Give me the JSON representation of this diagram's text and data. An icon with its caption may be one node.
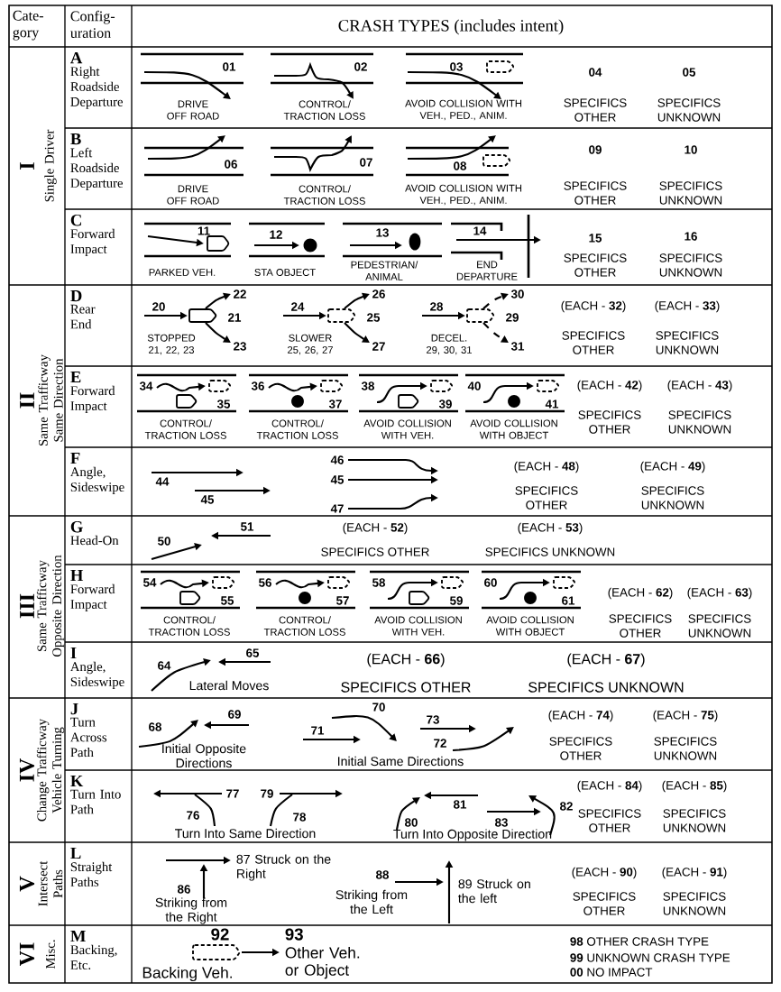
{
  "diagram": {
    "labels": [
      "Cate- gory",
      "Config- uration",
      "CRASH TYPES (includes intent)",
      "I",
      "Single Driver",
      "A",
      "Right Roadside Departure",
      "01",
      "DRIVE OFF ROAD",
      "02",
      "CONTROL/ TRACTION LOSS",
      "03",
      "AVOID COLLISION WITH VEH., PED., ANIM.",
      "04",
      "SPECIFICS OTHER",
      "05",
      "SPECIFICS UNKNOWN",
      "B",
      "Left Roadside Departure",
      "06",
      "DRIVE OFF ROAD",
      "07",
      "CONTROL/ TRACTION LOSS",
      "08",
      "AVOID COLLISION WITH VEH., PED., ANIM.",
      "09",
      "SPECIFICS OTHER",
      "10",
      "SPECIFICS UNKNOWN",
      "C",
      "Forward Impact",
      "11",
      "PARKED VEH.",
      "12",
      "STA OBJECT",
      "13",
      "PEDESTRIAN/ ANIMAL",
      "14",
      "END DEPARTURE",
      "15",
      "SPECIFICS OTHER",
      "16",
      "SPECIFICS UNKNOWN",
      "II",
      "Same Trafficway Same Direction",
      "D",
      "Rear End",
      "20",
      "22",
      "21",
      "23",
      "STOPPED 21, 22, 23",
      "24",
      "26",
      "25",
      "27",
      "SLOWER 25, 26, 27",
      "28",
      "30",
      "29",
      "31",
      "DECEL. 29, 30, 31",
      "(EACH - **32**)",
      "(EACH - **33**)",
      "SPECIFICS OTHER",
      "SPECIFICS UNKNOWN",
      "E",
      "Forward Impact",
      "34",
      "35",
      "CONTROL/ TRACTION LOSS",
      "36",
      "37",
      "CONTROL/ TRACTION LOSS",
      "38",
      "39",
      "AVOID COLLISION WITH VEH.",
      "40",
      "41",
      "AVOID COLLISION WITH OBJECT",
      "(EACH - **42**)",
      "(EACH - **43**)",
      "SPECIFICS OTHER",
      "SPECIFICS UNKNOWN",
      "F",
      "Angle, Sideswipe",
      "44",
      "45",
      "46",
      "45",
      "47",
      "(EACH - **48**)",
      "(EACH - **49**)",
      "SPECIFICS OTHER",
      "SPECIFICS UNKNOWN",
      "III",
      "Same Trafficway Opposite Direction",
      "G",
      "Head-On",
      "50",
      "51",
      "(EACH - **52**)",
      "SPECIFICS OTHER",
      "(EACH - **53**)",
      "SPECIFICS UNKNOWN",
      "H",
      "Forward Impact",
      "54",
      "55",
      "CONTROL/ TRACTION LOSS",
      "56",
      "57",
      "CONTROL/ TRACTION LOSS",
      "58",
      "59",
      "AVOID COLLISION WITH VEH.",
      "60",
      "61",
      "AVOID COLLISION WITH OBJECT",
      "(EACH - **62**)",
      "(EACH - **63**)",
      "SPECIFICS OTHER",
      "SPECIFICS UNKNOWN",
      "I",
      "Angle, Sideswipe",
      "64",
      "65",
      "Lateral Moves",
      "(EACH - **66**)",
      "SPECIFICS OTHER",
      "(EACH - **67**)",
      "SPECIFICS UNKNOWN",
      "IV",
      "Change Trafficway Vehicle Turning",
      "J",
      "Turn Across Path",
      "68",
      "69",
      "Initial Opposite Directions",
      "70",
      "71",
      "73",
      "72",
      "Initial Same Directions",
      "(EACH - **74**)",
      "SPECIFICS OTHER",
      "(EACH - **75**)",
      "SPECIFICS UNKNOWN",
      "K",
      "Turn Into Path",
      "77",
      "76",
      "79",
      "78",
      "Turn Into Same Direction",
      "81",
      "80",
      "83",
      "82",
      "Turn Into Opposite Direction",
      "(EACH - **84**)",
      "SPECIFICS OTHER",
      "(EACH - **85**)",
      "SPECIFICS UNKNOWN",
      "V",
      "Intersect Paths",
      "L",
      "Straight Paths",
      "87 Struck on the Right",
      "86",
      "Striking from the Right",
      "88",
      "Striking from the Left",
      "89 Struck on the left",
      "(EACH - **90**)",
      "SPECIFICS OTHER",
      "(EACH - **91**)",
      "SPECIFICS UNKNOWN",
      "VI",
      "Misc.",
      "M",
      "Backing, Etc.",
      "92",
      "93",
      "Other Veh. or Object",
      "Backing Veh.",
      "**98** OTHER CRASH TYPE",
      "**99** UNKNOWN CRASH TYPE",
      "**00** NO IMPACT"
    ]
  }
}
